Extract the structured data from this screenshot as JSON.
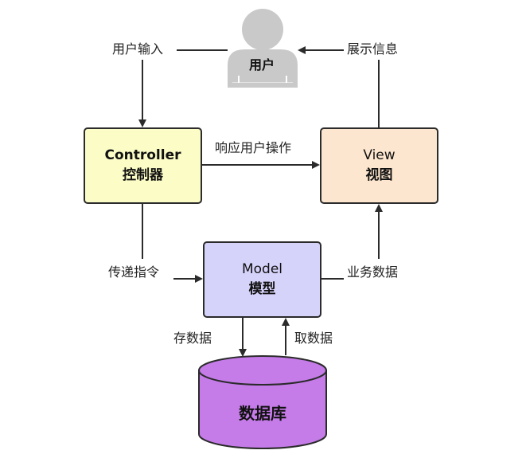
{
  "nodes": {
    "user": {
      "label": "用户",
      "fill": "#c9c9c9"
    },
    "controller": {
      "label_en": "Controller",
      "label_cn": "控制器",
      "fill": "#fcfcc6"
    },
    "view": {
      "label_en": "View",
      "label_cn": "视图",
      "fill": "#fde6cf"
    },
    "model": {
      "label_en": "Model",
      "label_cn": "模型",
      "fill": "#d6d3fb"
    },
    "database": {
      "label": "数据库",
      "fill": "#c57ce9"
    }
  },
  "edges": [
    {
      "from": "user",
      "to": "controller",
      "label": "用户输入"
    },
    {
      "from": "view",
      "to": "user",
      "label": "展示信息"
    },
    {
      "from": "controller",
      "to": "view",
      "label": "响应用户操作"
    },
    {
      "from": "controller",
      "to": "model",
      "label": "传递指令"
    },
    {
      "from": "model",
      "to": "view",
      "label": "业务数据"
    },
    {
      "from": "model",
      "to": "database",
      "label": "存数据"
    },
    {
      "from": "database",
      "to": "model",
      "label": "取数据"
    }
  ]
}
